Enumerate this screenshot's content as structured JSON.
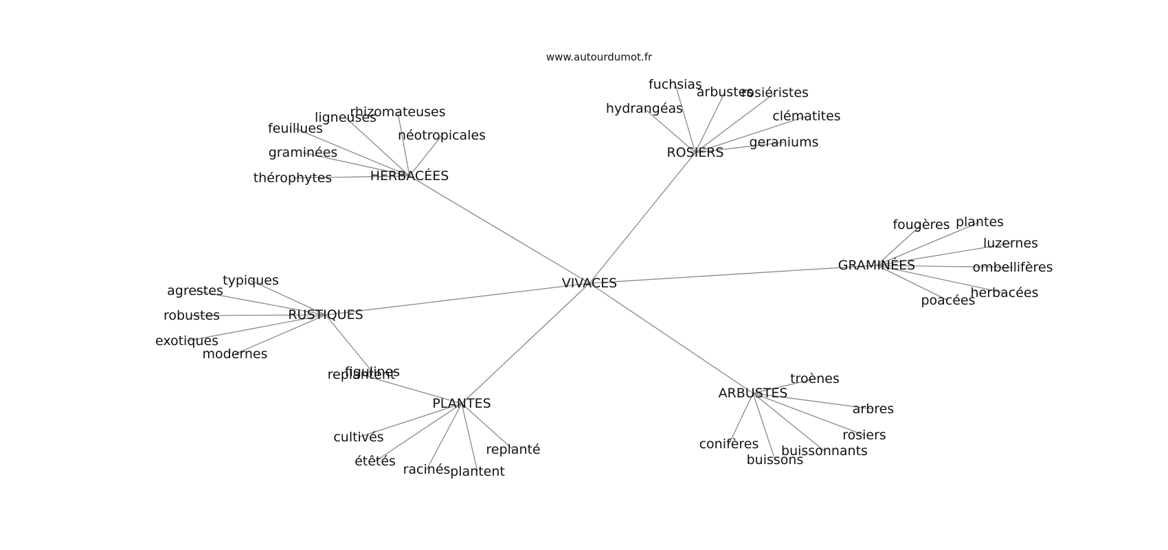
{
  "source": "www.autourdumot.fr",
  "root": "VIVACES",
  "clusters": [
    {
      "hub": "HERBACÉES",
      "leaves": [
        "rhizomateuses",
        "ligneuses",
        "feuillues",
        "néotropicales",
        "graminées",
        "thérophytes"
      ]
    },
    {
      "hub": "ROSIERS",
      "leaves": [
        "fuchsias",
        "arbustes",
        "rosiéristes",
        "hydrangéas",
        "clématites",
        "geraniums"
      ]
    },
    {
      "hub": "GRAMINÉES",
      "leaves": [
        "fougères",
        "plantes",
        "luzernes",
        "ombellifères",
        "herbacées",
        "poacées"
      ]
    },
    {
      "hub": "RUSTIQUES",
      "leaves": [
        "typiques",
        "agrestes",
        "robustes",
        "exotiques",
        "modernes",
        "figulines"
      ]
    },
    {
      "hub": "PLANTES",
      "leaves": [
        "replantent",
        "cultivés",
        "étêtés",
        "racinés",
        "plantent",
        "replanté"
      ]
    },
    {
      "hub": "ARBUSTES",
      "leaves": [
        "troènes",
        "arbres",
        "rosiers",
        "buissonnants",
        "buissons",
        "conifères"
      ]
    }
  ]
}
